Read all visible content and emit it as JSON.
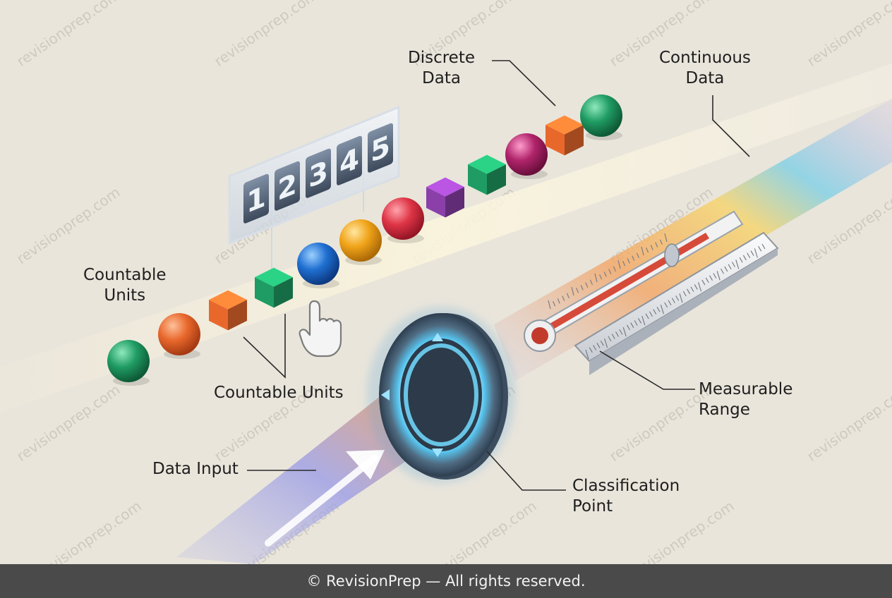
{
  "labels": {
    "discrete": [
      "Discrete",
      "Data"
    ],
    "continuous": [
      "Continuous",
      "Data"
    ],
    "countable_top": [
      "Countable",
      "Units"
    ],
    "countable_bottom": "Countable Units",
    "measurable": [
      "Measurable",
      "Range"
    ],
    "data_input": "Data Input",
    "classification": [
      "Classification",
      "Point"
    ]
  },
  "counter_digits": [
    "1",
    "2",
    "3",
    "4",
    "5"
  ],
  "watermark": "revisionprep.com",
  "footer": "© RevisionPrep — All rights reserved.",
  "colors": {
    "background": "#e9e5db",
    "green": "#1f9c63",
    "orange": "#e8682c",
    "blue": "#1f6fd1",
    "yellow": "#f0a419",
    "red": "#df3546",
    "purple": "#8a3fa9",
    "magenta": "#b0246a",
    "footer": "#4a4a4a"
  }
}
